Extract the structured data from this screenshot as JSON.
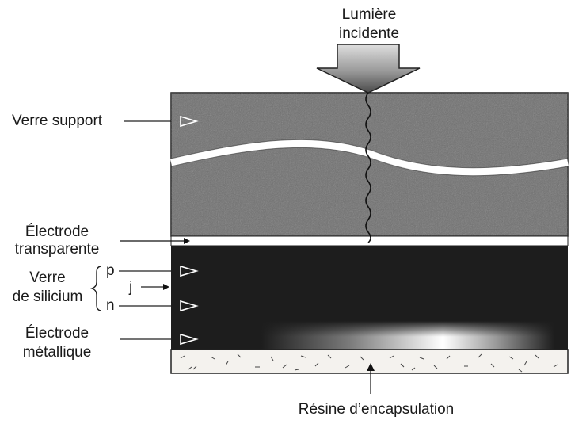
{
  "labels": {
    "light_line1": "Lumière",
    "light_line2": "incidente",
    "verre_support": "Verre support",
    "electrode_transparente_1": "Électrode",
    "electrode_transparente_2": "transparente",
    "verre_silicium_1": "Verre",
    "verre_silicium_2": "de silicium",
    "p": "p",
    "j": "j",
    "n": "n",
    "electrode_metallique_1": "Électrode",
    "electrode_metallique_2": "métallique",
    "resine": "Résine d’encapsulation"
  },
  "colors": {
    "glass": "#6f6f6f",
    "silicon": "#1d1d1d",
    "electrode": "#ffffff",
    "metal_glow": "#e6e6e6",
    "resin": "#f4f2ee",
    "arrow_top": "#d9d9d9",
    "arrow_bottom": "#5c5c5c",
    "line": "#222222"
  },
  "icons": {
    "incident_light": "down-arrow-icon",
    "pointer": "open-triangle-arrow-icon"
  }
}
